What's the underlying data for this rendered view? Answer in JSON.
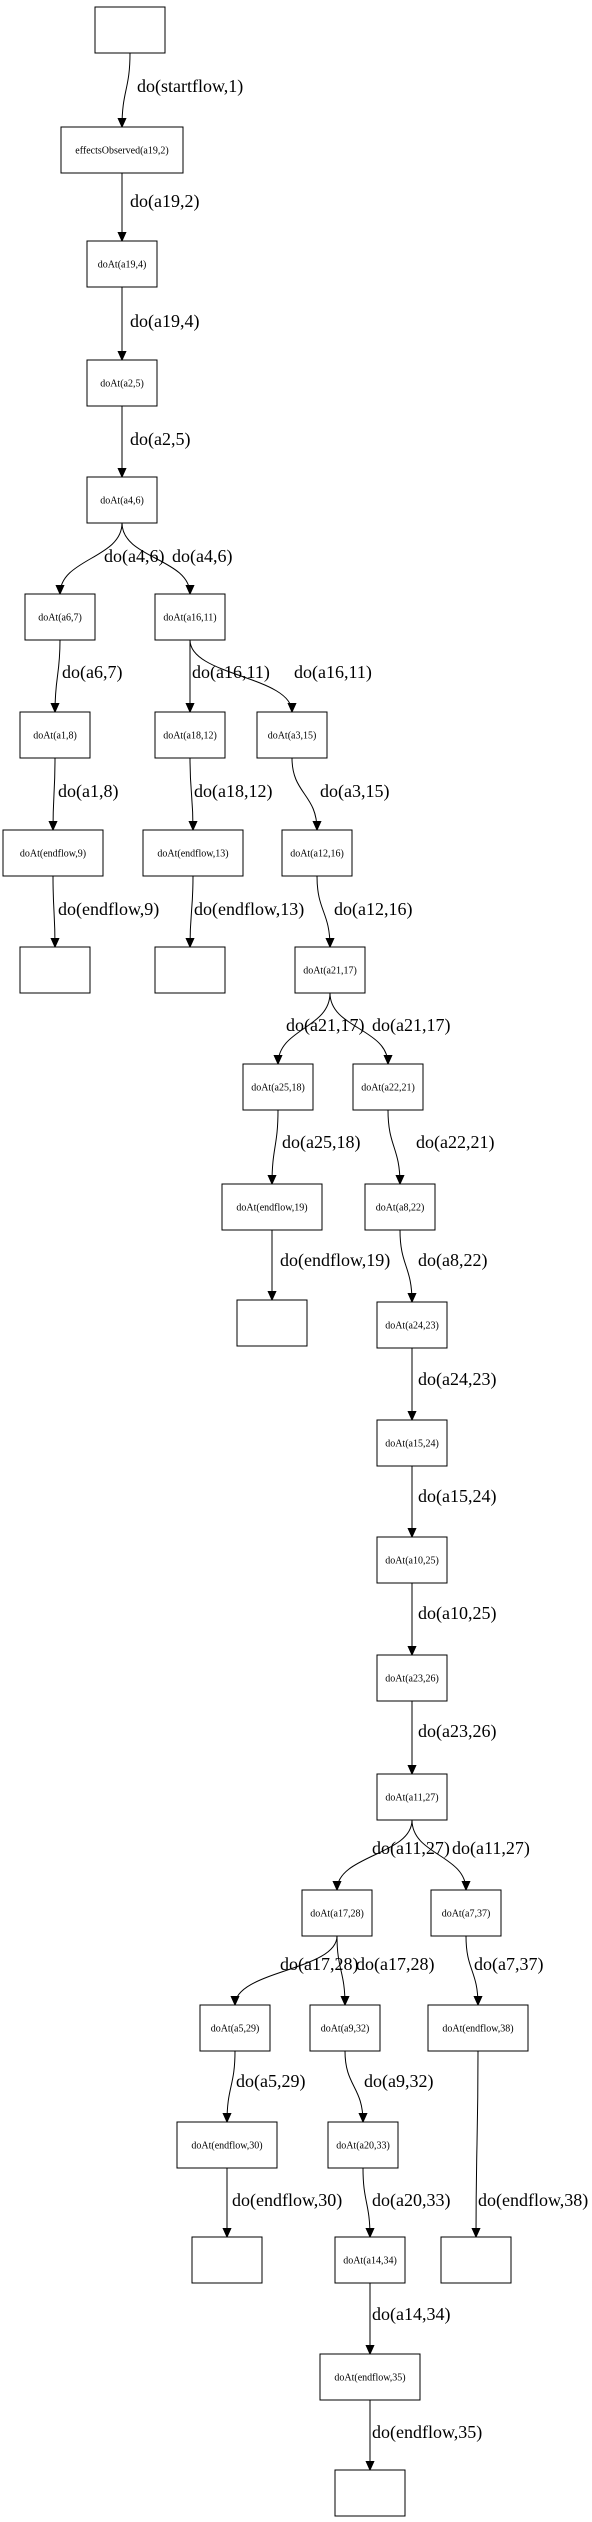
{
  "diagram": {
    "nodes": [
      {
        "id": "n0",
        "label": ""
      },
      {
        "id": "n1",
        "label": "effectsObserved(a19,2)"
      },
      {
        "id": "n2",
        "label": "doAt(a19,4)"
      },
      {
        "id": "n3",
        "label": "doAt(a2,5)"
      },
      {
        "id": "n4",
        "label": "doAt(a4,6)"
      },
      {
        "id": "n5",
        "label": "doAt(a6,7)"
      },
      {
        "id": "n6",
        "label": "doAt(a16,11)"
      },
      {
        "id": "n7",
        "label": "doAt(a1,8)"
      },
      {
        "id": "n8",
        "label": "doAt(a18,12)"
      },
      {
        "id": "n9",
        "label": "doAt(a3,15)"
      },
      {
        "id": "n10",
        "label": "doAt(endflow,9)"
      },
      {
        "id": "n11",
        "label": "doAt(endflow,13)"
      },
      {
        "id": "n12",
        "label": "doAt(a12,16)"
      },
      {
        "id": "n13",
        "label": ""
      },
      {
        "id": "n14",
        "label": ""
      },
      {
        "id": "n15",
        "label": "doAt(a21,17)"
      },
      {
        "id": "n16",
        "label": "doAt(a25,18)"
      },
      {
        "id": "n17",
        "label": "doAt(a22,21)"
      },
      {
        "id": "n18",
        "label": "doAt(endflow,19)"
      },
      {
        "id": "n19",
        "label": "doAt(a8,22)"
      },
      {
        "id": "n20",
        "label": ""
      },
      {
        "id": "n21",
        "label": "doAt(a24,23)"
      },
      {
        "id": "n22",
        "label": "doAt(a15,24)"
      },
      {
        "id": "n23",
        "label": "doAt(a10,25)"
      },
      {
        "id": "n24",
        "label": "doAt(a23,26)"
      },
      {
        "id": "n25",
        "label": "doAt(a11,27)"
      },
      {
        "id": "n26",
        "label": "doAt(a17,28)"
      },
      {
        "id": "n27",
        "label": "doAt(a7,37)"
      },
      {
        "id": "n28",
        "label": "doAt(a5,29)"
      },
      {
        "id": "n29",
        "label": "doAt(a9,32)"
      },
      {
        "id": "n30",
        "label": "doAt(endflow,38)"
      },
      {
        "id": "n31",
        "label": "doAt(endflow,30)"
      },
      {
        "id": "n32",
        "label": "doAt(a20,33)"
      },
      {
        "id": "n33",
        "label": ""
      },
      {
        "id": "n34",
        "label": ""
      },
      {
        "id": "n35",
        "label": "doAt(a14,34)"
      },
      {
        "id": "n36",
        "label": "doAt(endflow,35)"
      },
      {
        "id": "n37",
        "label": ""
      }
    ],
    "edges": [
      {
        "from": "n0",
        "to": "n1",
        "label": "do(startflow,1)"
      },
      {
        "from": "n1",
        "to": "n2",
        "label": "do(a19,2)"
      },
      {
        "from": "n2",
        "to": "n3",
        "label": "do(a19,4)"
      },
      {
        "from": "n3",
        "to": "n4",
        "label": "do(a2,5)"
      },
      {
        "from": "n4",
        "to": "n5",
        "label": "do(a4,6)"
      },
      {
        "from": "n4",
        "to": "n6",
        "label": "do(a4,6)"
      },
      {
        "from": "n5",
        "to": "n7",
        "label": "do(a6,7)"
      },
      {
        "from": "n6",
        "to": "n8",
        "label": "do(a16,11)"
      },
      {
        "from": "n6",
        "to": "n9",
        "label": "do(a16,11)"
      },
      {
        "from": "n7",
        "to": "n10",
        "label": "do(a1,8)"
      },
      {
        "from": "n8",
        "to": "n11",
        "label": "do(a18,12)"
      },
      {
        "from": "n9",
        "to": "n12",
        "label": "do(a3,15)"
      },
      {
        "from": "n10",
        "to": "n13",
        "label": "do(endflow,9)"
      },
      {
        "from": "n11",
        "to": "n14",
        "label": "do(endflow,13)"
      },
      {
        "from": "n12",
        "to": "n15",
        "label": "do(a12,16)"
      },
      {
        "from": "n15",
        "to": "n16",
        "label": "do(a21,17)"
      },
      {
        "from": "n15",
        "to": "n17",
        "label": "do(a21,17)"
      },
      {
        "from": "n16",
        "to": "n18",
        "label": "do(a25,18)"
      },
      {
        "from": "n17",
        "to": "n19",
        "label": "do(a22,21)"
      },
      {
        "from": "n18",
        "to": "n20",
        "label": "do(endflow,19)"
      },
      {
        "from": "n19",
        "to": "n21",
        "label": "do(a8,22)"
      },
      {
        "from": "n21",
        "to": "n22",
        "label": "do(a24,23)"
      },
      {
        "from": "n22",
        "to": "n23",
        "label": "do(a15,24)"
      },
      {
        "from": "n23",
        "to": "n24",
        "label": "do(a10,25)"
      },
      {
        "from": "n24",
        "to": "n25",
        "label": "do(a23,26)"
      },
      {
        "from": "n25",
        "to": "n26",
        "label": "do(a11,27)"
      },
      {
        "from": "n25",
        "to": "n27",
        "label": "do(a11,27)"
      },
      {
        "from": "n26",
        "to": "n28",
        "label": "do(a17,28)"
      },
      {
        "from": "n26",
        "to": "n29",
        "label": "do(a17,28)"
      },
      {
        "from": "n27",
        "to": "n30",
        "label": "do(a7,37)"
      },
      {
        "from": "n28",
        "to": "n31",
        "label": "do(a5,29)"
      },
      {
        "from": "n29",
        "to": "n32",
        "label": "do(a9,32)"
      },
      {
        "from": "n30",
        "to": "n33",
        "label": "do(endflow,38)"
      },
      {
        "from": "n31",
        "to": "n34",
        "label": "do(endflow,30)"
      },
      {
        "from": "n32",
        "to": "n35",
        "label": "do(a20,33)"
      },
      {
        "from": "n35",
        "to": "n36",
        "label": "do(a14,34)"
      },
      {
        "from": "n36",
        "to": "n37",
        "label": "do(endflow,35)"
      }
    ]
  }
}
